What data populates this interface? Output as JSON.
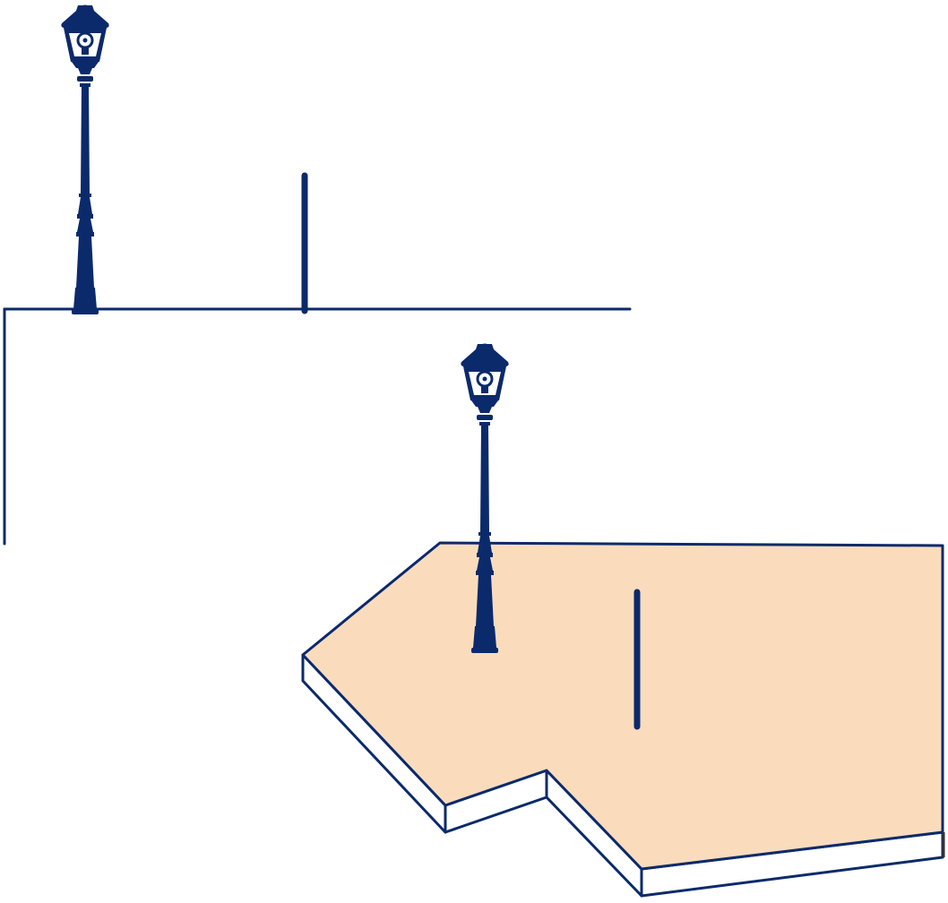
{
  "colors": {
    "background": "#ffffff",
    "ink": "#0b2a6b",
    "platform_fill": "#fadcbd",
    "platform_side": "#ffffff",
    "platform_edge": "#0b2a6b"
  },
  "scene": {
    "views": [
      {
        "id": "elevation",
        "elements": [
          "ground-line",
          "wall-line",
          "lamp-post",
          "vertical-post"
        ]
      },
      {
        "id": "isometric",
        "elements": [
          "platform",
          "lamp-post",
          "vertical-post"
        ]
      }
    ]
  },
  "icons": [
    "street-lamp-icon",
    "light-bulb-icon"
  ]
}
